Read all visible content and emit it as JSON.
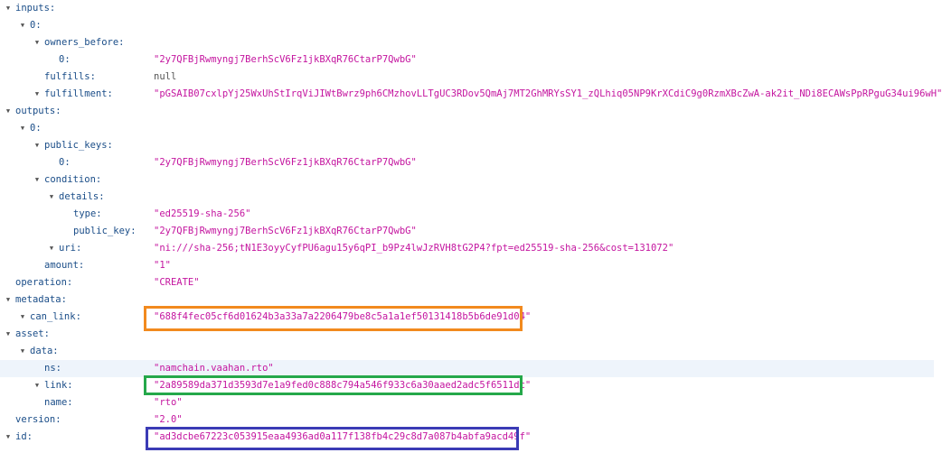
{
  "rows": [
    {
      "key": "inputs:"
    },
    {
      "key": "0:"
    },
    {
      "key": "owners_before:"
    },
    {
      "key": "0:",
      "value": "\"2y7QFBjRwmyngj7BerhScV6Fz1jkBXqR76CtarP7QwbG\""
    },
    {
      "key": "fulfills:",
      "value": "null"
    },
    {
      "key": "fulfillment:",
      "value": "\"pGSAIB07cxlpYj25WxUhStIrqViJIWtBwrz9ph6CMzhovLLTgUC3RDov5QmAj7MT2GhMRYsSY1_zQLhiq05NP9KrXCdiC9g0RzmXBcZwA-ak2it_NDi8ECAWsPpRPguG34ui96wH\""
    },
    {
      "key": "outputs:"
    },
    {
      "key": "0:"
    },
    {
      "key": "public_keys:"
    },
    {
      "key": "0:",
      "value": "\"2y7QFBjRwmyngj7BerhScV6Fz1jkBXqR76CtarP7QwbG\""
    },
    {
      "key": "condition:"
    },
    {
      "key": "details:"
    },
    {
      "key": "type:",
      "value": "\"ed25519-sha-256\""
    },
    {
      "key": "public_key:",
      "value": "\"2y7QFBjRwmyngj7BerhScV6Fz1jkBXqR76CtarP7QwbG\""
    },
    {
      "key": "uri:",
      "value": "\"ni:///sha-256;tN1E3oyyCyfPU6agu15y6qPI_b9Pz4lwJzRVH8tG2P4?fpt=ed25519-sha-256&cost=131072\""
    },
    {
      "key": "amount:",
      "value": "\"1\""
    },
    {
      "key": "operation:",
      "value": "\"CREATE\""
    },
    {
      "key": "metadata:"
    },
    {
      "key": "can_link:",
      "value": "\"688f4fec05cf6d01624b3a33a7a2206479be8c5a1a1ef50131418b5b6de91d04\""
    },
    {
      "key": "asset:"
    },
    {
      "key": "data:"
    },
    {
      "key": "ns:",
      "value": "\"namchain.vaahan.rto\""
    },
    {
      "key": "link:",
      "value": "\"2a89589da371d3593d7e1a9fed0c888c794a546f933c6a30aaed2adc5f6511dc\""
    },
    {
      "key": "name:",
      "value": "\"rto\""
    },
    {
      "key": "version:",
      "value": "\"2.0\""
    },
    {
      "key": "id:",
      "value": "\"ad3dcbe67223c053915eaa4936ad0a117f138fb4c29c8d7a087b4abfa9acd49f\""
    }
  ],
  "highlight_colors": {
    "can_link": "#f28a1e",
    "link": "#25a84a",
    "id": "#3b3bb5"
  },
  "colors": {
    "key": "#1a4d88",
    "string_value": "#c4159f",
    "null_value": "#555555",
    "hover_row": "#eef4fb"
  },
  "icons": {
    "expanded": "triangle-down-icon"
  }
}
